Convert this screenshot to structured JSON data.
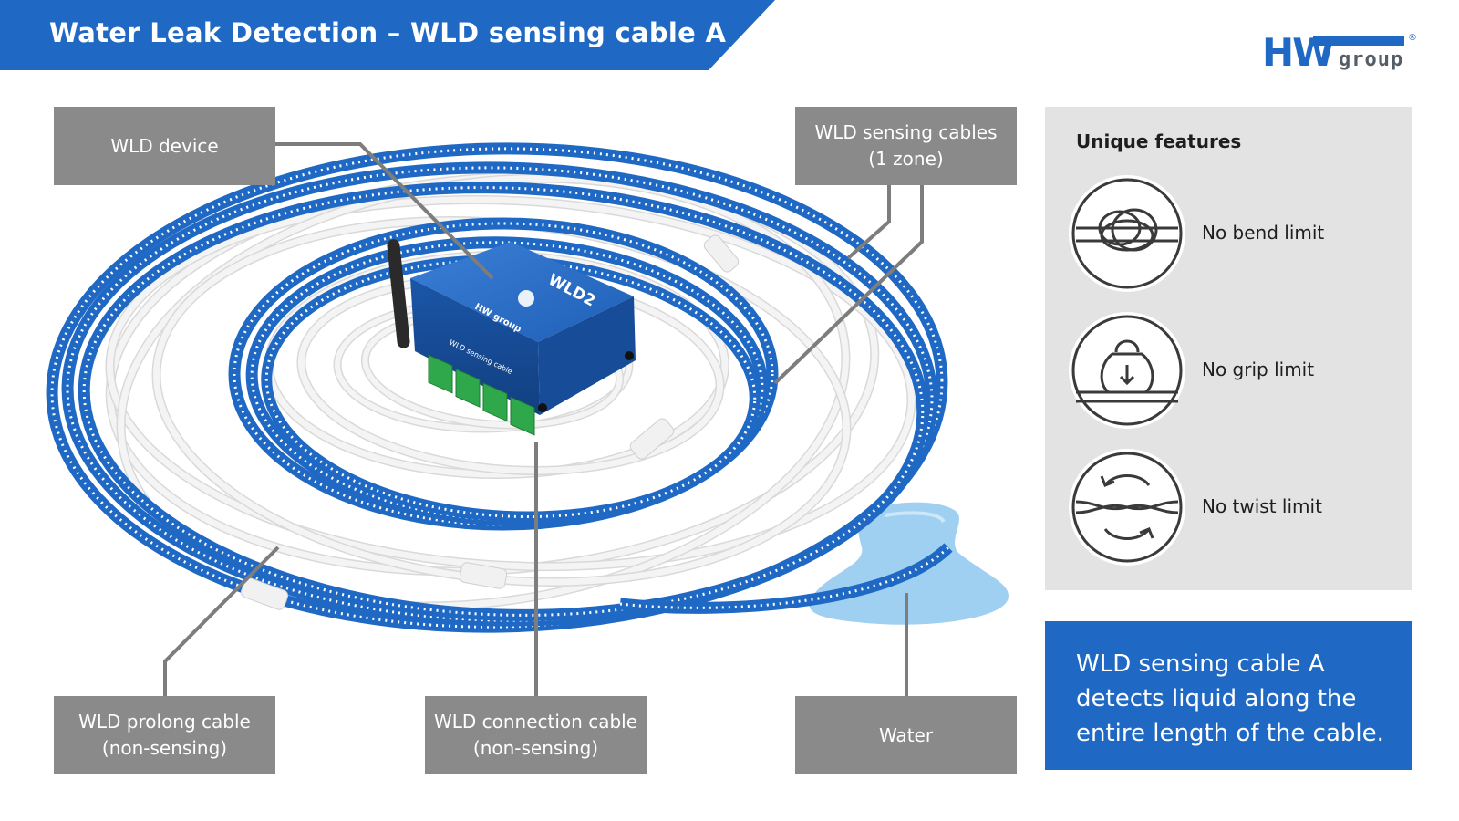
{
  "header": {
    "title": "Water Leak Detection – WLD sensing cable A"
  },
  "logo": {
    "main": "HW",
    "sub": "group",
    "reg": "®"
  },
  "colors": {
    "brand_blue": "#1f69c4",
    "label_gray": "#8a8a8a",
    "panel_gray": "#e3e3e3",
    "water": "#5aa9e0"
  },
  "device": {
    "brand": "HW group",
    "model": "WLD2",
    "port_label": "WLD sensing cable"
  },
  "labels": {
    "wld_device": [
      "WLD device"
    ],
    "sensing_cables": [
      "WLD sensing cables",
      "(1 zone)"
    ],
    "prolong_cable": [
      "WLD prolong cable",
      "(non-sensing)"
    ],
    "connection_cable": [
      "WLD connection cable",
      "(non-sensing)"
    ],
    "water": [
      "Water"
    ]
  },
  "features": {
    "title": "Unique features",
    "items": [
      {
        "label": "No bend limit",
        "icon": "knot-icon"
      },
      {
        "label": "No grip limit",
        "icon": "kettlebell-icon"
      },
      {
        "label": "No twist limit",
        "icon": "twist-icon"
      }
    ]
  },
  "info": {
    "text": "WLD sensing cable A detects liquid along the entire length of the cable."
  }
}
